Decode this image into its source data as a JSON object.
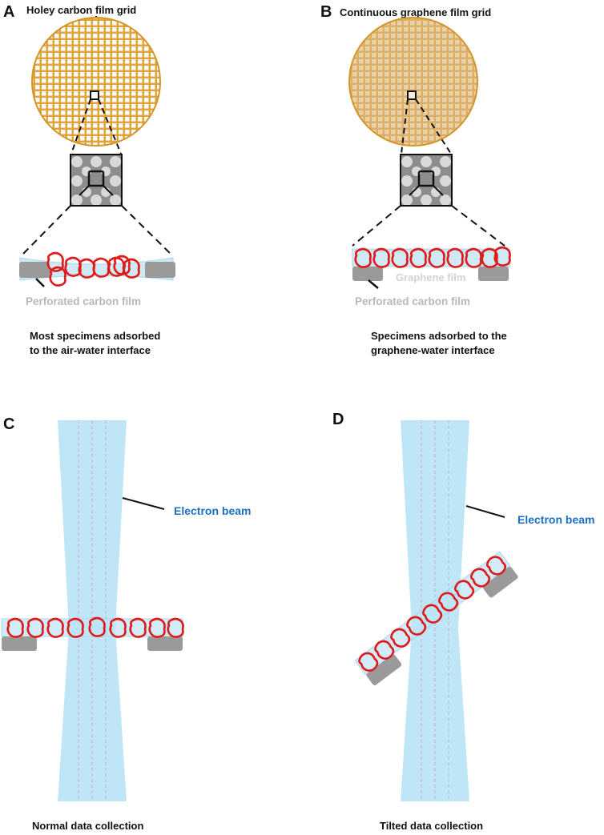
{
  "panels": {
    "a": {
      "letter": "A",
      "title": "Holey carbon film grid",
      "film_label": "Perforated carbon film",
      "caption_line1": "Most specimens adsorbed",
      "caption_line2": "to the air-water interface"
    },
    "b": {
      "letter": "B",
      "title": "Continuous graphene film grid",
      "graphene_label": "Graphene film",
      "film_label": "Perforated carbon film",
      "caption_line1": "Specimens adsorbed to the",
      "caption_line2": "graphene-water interface"
    },
    "c": {
      "letter": "C",
      "beam_label": "Electron beam",
      "caption": "Normal data collection"
    },
    "d": {
      "letter": "D",
      "beam_label": "Electron beam",
      "caption": "Tilted data collection"
    }
  },
  "colors": {
    "grid_gold": "#e0a43a",
    "grid_light": "#e3c38a",
    "specimen_red": "#e01b1b",
    "beam_blue": "#bfe6f7",
    "beam_label_blue": "#1b6fc2",
    "carbon_gray": "#9a9a9a",
    "label_gray": "#b8b8b8"
  }
}
